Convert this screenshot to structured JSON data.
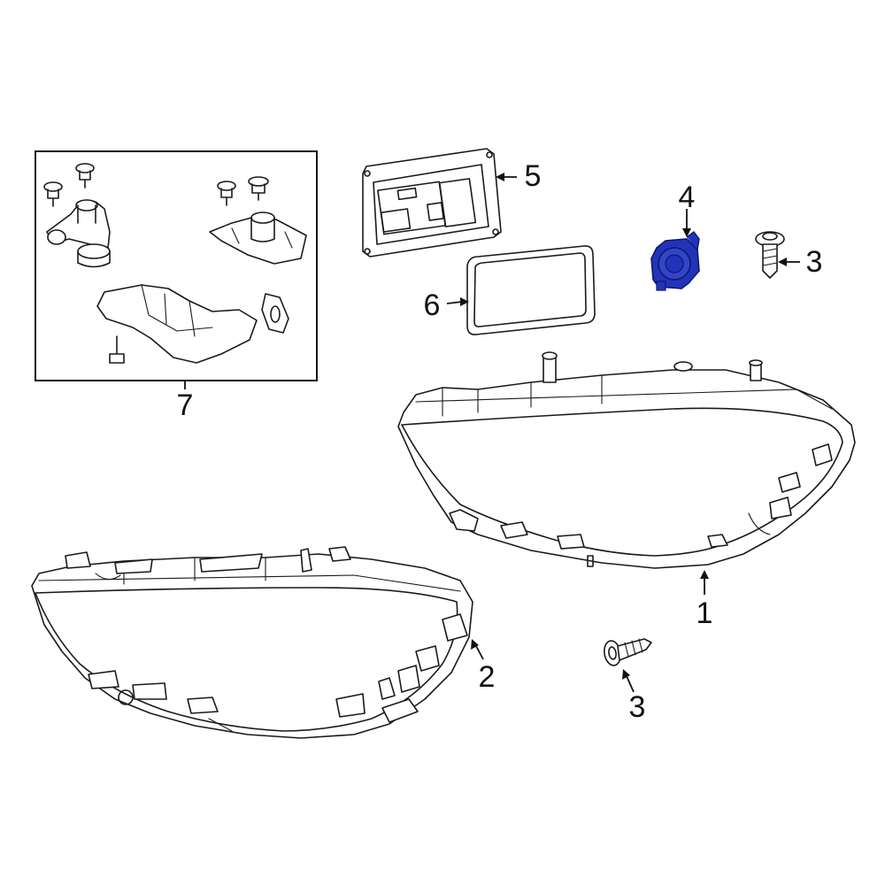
{
  "callouts": {
    "c1": "1",
    "c2": "2",
    "c3a": "3",
    "c3b": "3",
    "c4": "4",
    "c5": "5",
    "c6": "6",
    "c7": "7"
  },
  "colors": {
    "highlight": "#2233bb",
    "line": "#1a1a1a",
    "background": "#ffffff"
  }
}
